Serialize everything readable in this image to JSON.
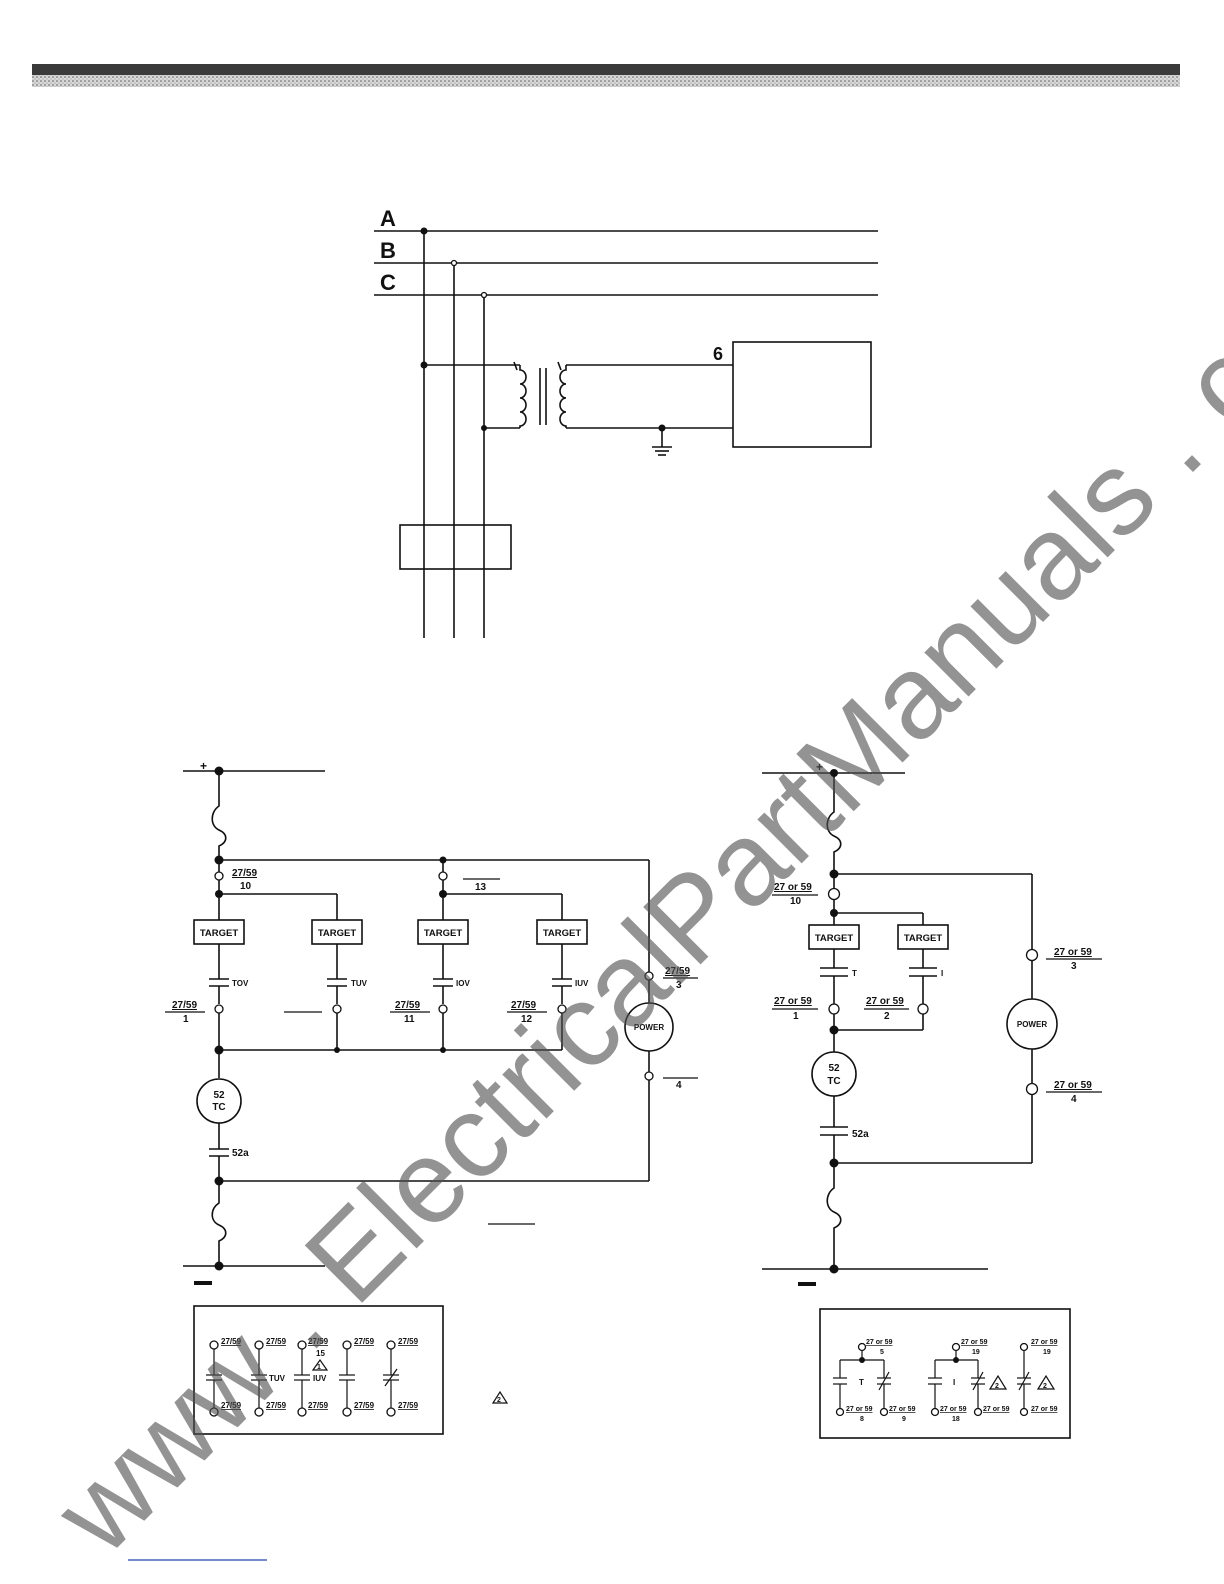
{
  "bus_labels": [
    "A",
    "B",
    "C"
  ],
  "terminal_6": "6",
  "left_schematic": {
    "plus": "+",
    "minus": "—",
    "targets": [
      "TARGET",
      "TARGET",
      "TARGET",
      "TARGET"
    ],
    "contacts": [
      "TOV",
      "TUV",
      "IOV",
      "IUV"
    ],
    "terminals": {
      "t10_top": "27/59",
      "t10_bot": "10",
      "t13": "13",
      "t1_top": "27/59",
      "t1_bot": "1",
      "t11_top": "27/59",
      "t11_bot": "11",
      "t12_top": "27/59",
      "t12_bot": "12",
      "t3_top": "27/59",
      "t3_bot": "3",
      "t4": "4"
    },
    "power": "POWER",
    "coil_top": "52",
    "coil_bot": "TC",
    "aux": "52a"
  },
  "right_schematic": {
    "plus": "+",
    "minus": "—",
    "targets": [
      "TARGET",
      "TARGET"
    ],
    "contacts": [
      "T",
      "I"
    ],
    "terminals": {
      "t10_top": "27 or 59",
      "t10_bot": "10",
      "t1_top": "27 or 59",
      "t1_bot": "1",
      "t2_top": "27 or 59",
      "t2_bot": "2",
      "t3_top": "27 or 59",
      "t3_bot": "3",
      "t4_top": "27 or 59",
      "t4_bot": "4"
    },
    "power": "POWER",
    "coil_top": "52",
    "coil_bot": "TC",
    "aux": "52a"
  },
  "left_legend": {
    "top": [
      "27/59",
      "27/59",
      "27/59",
      "27/59",
      "27/59"
    ],
    "top_sub": "15",
    "bottom": [
      "27/59",
      "27/59",
      "27/59",
      "27/59",
      "27/59"
    ],
    "contacts": [
      "",
      "TUV",
      "IUV",
      "",
      ""
    ],
    "note_marker": "1"
  },
  "right_legend": {
    "top": [
      "27 or 59",
      "27 or 59",
      "27 or 59"
    ],
    "top_sub": [
      "5",
      "19",
      "19"
    ],
    "bottom": [
      "27 or 59",
      "27 or 59",
      "27 or 59",
      "27 or 59",
      "27 or 59"
    ],
    "bottom_sub": [
      "8",
      "9",
      "18",
      "",
      ""
    ],
    "contacts": [
      "T",
      "I"
    ],
    "note_marker": "2"
  },
  "note_marker_2": "2",
  "watermark": "www . ElectricalPartManuals . com"
}
